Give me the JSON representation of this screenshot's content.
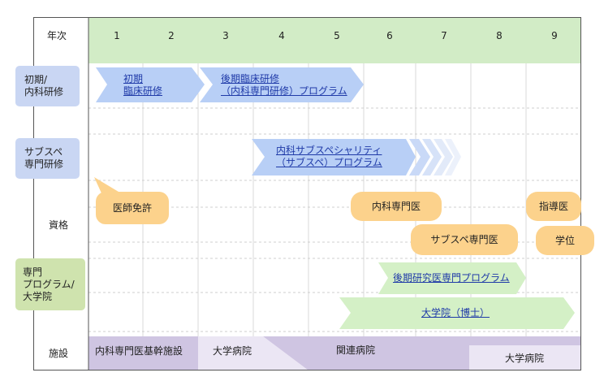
{
  "header": {
    "label": "年次",
    "years": [
      "1",
      "2",
      "3",
      "4",
      "5",
      "6",
      "7",
      "8",
      "9"
    ]
  },
  "rows": {
    "shoki": "初期/\n内科研修",
    "subspe": "サブスペ\n専門研修",
    "shikaku": "資格",
    "senmon": "専門\nプログラム/\n大学院",
    "shisetsu": "施設"
  },
  "programs": {
    "shoki_rinsho": "初期\n臨床研修",
    "koki": "後期臨床研修\n（内科専門研修）プログラム",
    "subspe_program": "内科サブスペシャリティ\n（サブスペ）プログラム",
    "koki_kenkyu": "後期研究医専門プログラム",
    "daigakuin": "大学院（博士）"
  },
  "qualifications": {
    "ishi_menkyo": "医師免許",
    "naika_senmon": "内科専門医",
    "subspe_senmon": "サブスペ専門医",
    "shidoi": "指導医",
    "gakui": "学位"
  },
  "facilities": {
    "kikan": "内科専門医基幹施設",
    "daigaku1": "大学病院",
    "kanren": "関連病院",
    "daigaku2": "大学病院"
  },
  "colors": {
    "header_green": "#d2ecc6",
    "row_label_blue": "#c9d6f3",
    "row_label_green": "#cfe3ae",
    "arrow_blue": "#b8cff6",
    "arrow_green": "#d4f0c6",
    "qual_orange": "#fcd28c",
    "facility_dark": "#cfc5e2",
    "facility_light": "#ebe6f4",
    "link_blue": "#1f3aa8",
    "border": "#555555"
  }
}
